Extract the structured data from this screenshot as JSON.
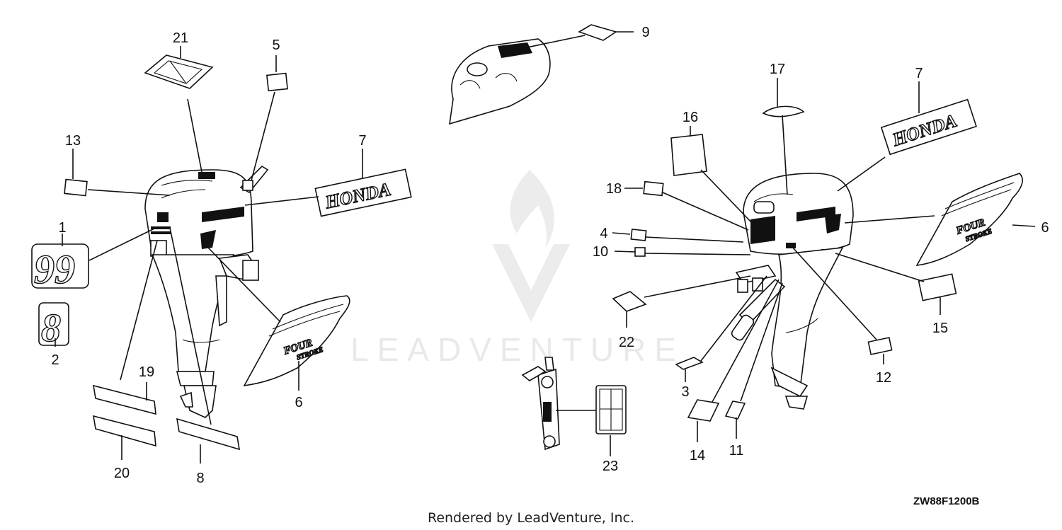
{
  "watermark": {
    "text": "LEADVENTURE"
  },
  "footer": {
    "rendered_by": "Rendered by LeadVenture, Inc."
  },
  "diagram_code": "ZW88F1200B",
  "logo_text": {
    "honda": "HONDA",
    "four": "FOUR",
    "stroke": "STROKE",
    "num_99": "99",
    "num_8": "8"
  },
  "callouts": [
    "21",
    "5",
    "13",
    "7",
    "1",
    "2",
    "19",
    "20",
    "8",
    "6",
    "9",
    "17",
    "16",
    "7",
    "18",
    "4",
    "10",
    "6",
    "22",
    "15",
    "12",
    "3",
    "14",
    "11",
    "23"
  ]
}
